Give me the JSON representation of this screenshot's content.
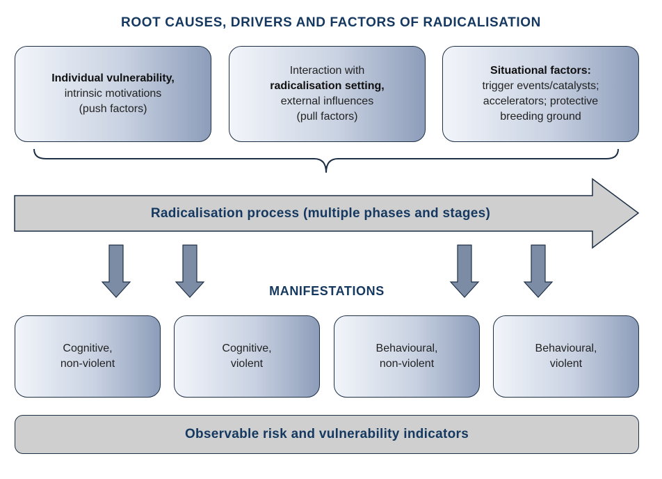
{
  "title": "ROOT CAUSES, DRIVERS AND FACTORS OF RADICALISATION",
  "causes": [
    {
      "lines": [
        {
          "text": "Individual vulnerability,",
          "bold": true
        },
        {
          "text": "intrinsic motivations",
          "bold": false
        },
        {
          "text": "(push factors)",
          "bold": false
        }
      ]
    },
    {
      "lines": [
        {
          "text": "Interaction with",
          "bold": false
        },
        {
          "text": "radicalisation setting,",
          "bold": true
        },
        {
          "text": "external influences",
          "bold": false
        },
        {
          "text": "(pull factors)",
          "bold": false
        }
      ]
    },
    {
      "lines": [
        {
          "text": "Situational factors:",
          "bold": true
        },
        {
          "text": "trigger events/catalysts;",
          "bold": false
        },
        {
          "text": "accelerators; protective",
          "bold": false
        },
        {
          "text": "breeding ground",
          "bold": false
        }
      ]
    }
  ],
  "process": "Radicalisation process (multiple phases and stages)",
  "manifestations_title": "MANIFESTATIONS",
  "manifestations": [
    {
      "lines": [
        "Cognitive,",
        "non-violent"
      ]
    },
    {
      "lines": [
        "Cognitive,",
        "violent"
      ]
    },
    {
      "lines": [
        "Behavioural,",
        "non-violent"
      ]
    },
    {
      "lines": [
        "Behavioural,",
        "violent"
      ]
    }
  ],
  "indicators": "Observable risk and vulnerability indicators",
  "colors": {
    "title": "#14385f",
    "arrow_fill": "#cfcfcf",
    "down_arrow_fill": "#7d8ca5",
    "stroke": "#1d2f45"
  }
}
